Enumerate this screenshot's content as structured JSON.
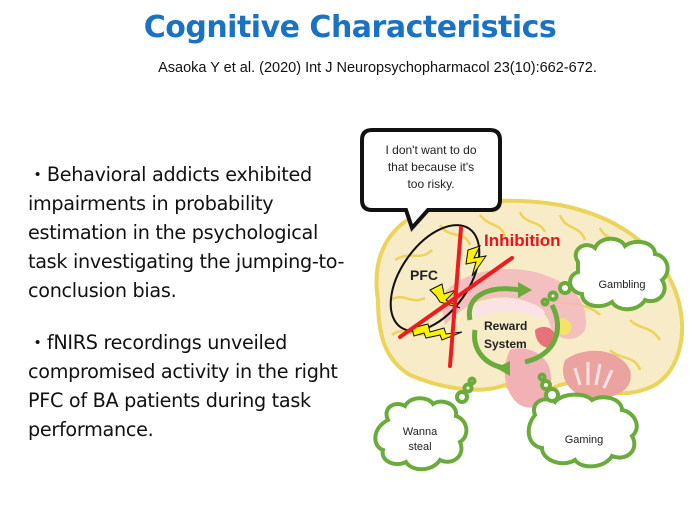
{
  "slide": {
    "title": "Cognitive Characteristics",
    "citation": "Asaoka Y et al. (2020) Int J Neuropsychopharmacol 23(10):662-672.",
    "bullets": [
      {
        "marker": "・",
        "text": "Behavioral addicts exhibited impairments in probability estimation in the psychological task investigating the jumping-to-conclusion bias."
      },
      {
        "marker": "・",
        "text": "fNIRS recordings unveiled compromised activity in the right PFC of BA patients during task performance."
      }
    ]
  },
  "diagram": {
    "speech_bubble": {
      "line1": "I don't want to do",
      "line2": "that because it's",
      "line3": "too risky."
    },
    "labels": {
      "pfc": "PFC",
      "inhibition": "Inhibition",
      "reward_line1": "Reward",
      "reward_line2": "System"
    },
    "thought_bubbles": {
      "gambling": "Gambling",
      "wanna_line1": "Wanna",
      "wanna_line2": "steal",
      "gaming": "Gaming"
    },
    "colors": {
      "title_blue": "#1a72c2",
      "inhibition_red": "#e8141a",
      "cross_red": "#ee1c1c",
      "brain_fill": "#f7ecc7",
      "brain_outline": "#ecd35a",
      "limbic_pink": "#f3b9bd",
      "thought_green": "#6aab3c",
      "bolt_yellow": "#fff200"
    }
  }
}
